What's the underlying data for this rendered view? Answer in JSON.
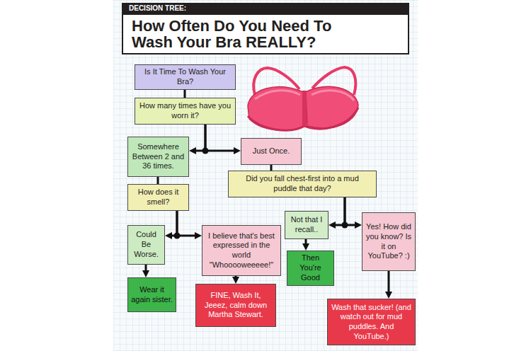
{
  "diagram": {
    "title": "How Often Do You Need To Wash Your Bra REALLY?",
    "nodes": [
      {
        "text": [
          "Is It Time To Wash Your Bra?"
        ]
      },
      {
        "text": [
          "How many times have you worn it?"
        ]
      },
      {
        "text": [
          "Somewhere Between 2 and 36 times."
        ]
      },
      {
        "text": [
          "Just Once."
        ]
      },
      {
        "text": [
          "How does it smell?"
        ]
      },
      {
        "text": [
          "Did you fall chest-first into a mud puddle that day?"
        ]
      },
      {
        "text": [
          "Could Be Worse."
        ]
      },
      {
        "text": [
          "I believe that's best expressed in the world \"Whooooweeeee!\""
        ]
      },
      {
        "text": [
          "Not that I recall.."
        ]
      },
      {
        "text": [
          "Yes! How did you know? Is it on YouTube? :)"
        ]
      },
      {
        "text": [
          "Then You're Good"
        ]
      },
      {
        "text": [
          "Wear it again sister."
        ]
      },
      {
        "text": [
          "FINE, Wash It, Jeeez, calm down Martha Stewart."
        ]
      },
      {
        "text": [
          "Wash that sucker! (and watch out for mud puddles. And YouTube.)"
        ]
      }
    ],
    "edges": [
      {
        "from": 0,
        "to": 1,
        "arrow": "none"
      },
      {
        "from": 1,
        "to": 2,
        "arrow": "to"
      },
      {
        "from": 1,
        "to": 3,
        "arrow": "to"
      },
      {
        "from": 2,
        "to": 4,
        "arrow": "none"
      },
      {
        "from": 3,
        "to": 5,
        "arrow": "none"
      },
      {
        "from": 4,
        "to": 6,
        "arrow": "to"
      },
      {
        "from": 4,
        "to": 7,
        "arrow": "to"
      },
      {
        "from": 5,
        "to": 8,
        "arrow": "to"
      },
      {
        "from": 5,
        "to": 9,
        "arrow": "to"
      },
      {
        "from": 6,
        "to": 11,
        "arrow": "to"
      },
      {
        "from": 7,
        "to": 12,
        "arrow": "to"
      },
      {
        "from": 8,
        "to": 10,
        "arrow": "to"
      },
      {
        "from": 9,
        "to": 13,
        "arrow": "to"
      }
    ],
    "labels": [
      "DECISION TREE:"
    ]
  }
}
